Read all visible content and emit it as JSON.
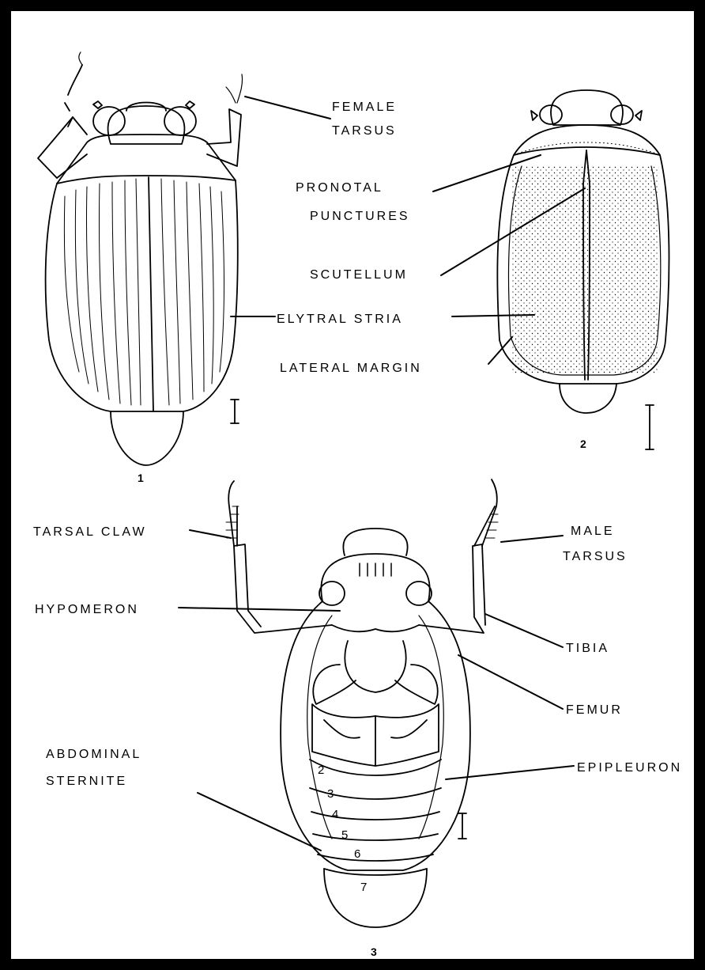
{
  "figures": {
    "fig1": {
      "number": "1",
      "labels": {
        "female_tarsus_1": "FEMALE",
        "female_tarsus_2": "TARSUS"
      }
    },
    "fig2": {
      "number": "2",
      "labels": {
        "pronotal_1": "PRONOTAL",
        "pronotal_2": "PUNCTURES",
        "scutellum": "SCUTELLUM",
        "elytral_stria": "ELYTRAL STRIA",
        "lateral_margin": "LATERAL MARGIN"
      }
    },
    "fig3": {
      "number": "3",
      "labels": {
        "tarsal_claw": "TARSAL CLAW",
        "male_tarsus_1": "MALE",
        "male_tarsus_2": "TARSUS",
        "hypomeron": "HYPOMERON",
        "tibia": "TIBIA",
        "femur": "FEMUR",
        "epipleuron": "EPIPLEURON",
        "abdominal_1": "ABDOMINAL",
        "abdominal_2": "STERNITE"
      },
      "segments": [
        "2",
        "3",
        "4",
        "5",
        "6",
        "7"
      ]
    }
  }
}
